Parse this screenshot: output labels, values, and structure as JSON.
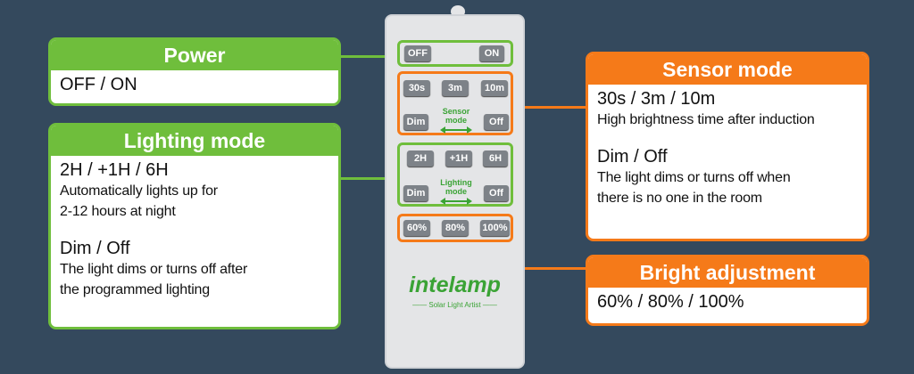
{
  "callouts": {
    "power": {
      "title": "Power",
      "line1": "OFF / ON"
    },
    "lighting": {
      "title": "Lighting mode",
      "line1": "2H / +1H / 6H",
      "line2": "Automatically lights up for",
      "line3": "2-12 hours at night",
      "line4": "Dim / Off",
      "line5": "The light dims or turns off after",
      "line6": "the programmed lighting"
    },
    "sensor": {
      "title": "Sensor mode",
      "line1": "30s / 3m / 10m",
      "line2": "High brightness time after induction",
      "line3": "Dim / Off",
      "line4": "The light dims or turns off when",
      "line5": "there is no one in the room"
    },
    "bright": {
      "title": "Bright adjustment",
      "line1": "60% / 80% / 100%"
    }
  },
  "remote": {
    "power": {
      "off": "OFF",
      "on": "ON"
    },
    "sensor": {
      "b1": "30s",
      "b2": "3m",
      "b3": "10m",
      "dim": "Dim",
      "off": "Off",
      "label1": "Sensor",
      "label2": "mode"
    },
    "lighting": {
      "b1": "2H",
      "b2": "+1H",
      "b3": "6H",
      "dim": "Dim",
      "off": "Off",
      "label1": "Lighting",
      "label2": "mode"
    },
    "bright": {
      "b1": "60%",
      "b2": "80%",
      "b3": "100%"
    },
    "brand": "intelamp",
    "tagline": "—— Solar Light Artist ——"
  },
  "colors": {
    "background": "#34495d",
    "green": "#6fbe3c",
    "orange": "#f57a19",
    "button": "#7d8288"
  }
}
